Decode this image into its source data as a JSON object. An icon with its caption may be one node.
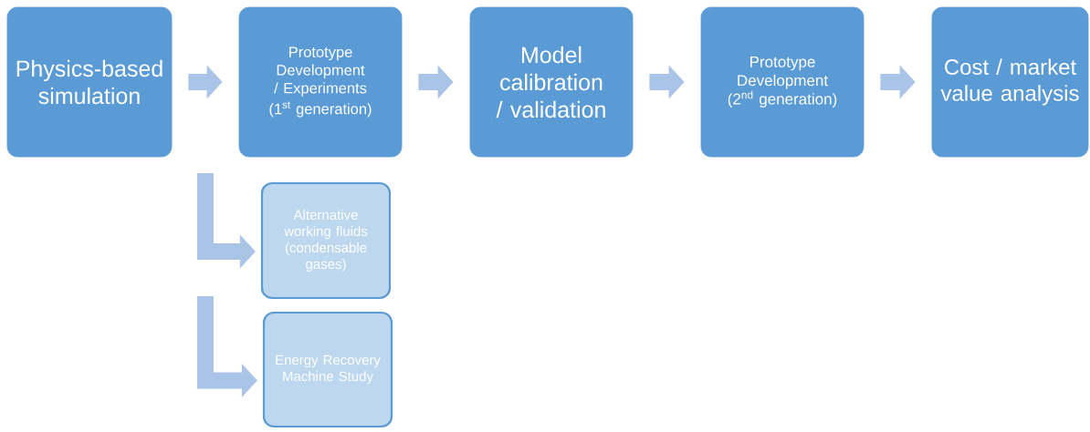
{
  "diagram": {
    "nodes": [
      {
        "text": [
          "Physics-based simulation"
        ]
      },
      {
        "text": [
          "Prototype Development / Experiments",
          "(1$^{st}$ generation)"
        ]
      },
      {
        "text": [
          "Model calibration / validation"
        ]
      },
      {
        "text": [
          "Prototype Development (2$^{nd}$ generation)"
        ]
      },
      {
        "text": [
          "Cost / market value analysis"
        ]
      },
      {
        "text": [
          "Alternative working fluids (condensable gases)"
        ]
      },
      {
        "text": [
          "Energy Recovery Machine Study"
        ]
      }
    ],
    "edges": [
      {
        "from": 0,
        "to": 1,
        "arrow": "to"
      },
      {
        "from": 1,
        "to": 2,
        "arrow": "to"
      },
      {
        "from": 2,
        "to": 3,
        "arrow": "to"
      },
      {
        "from": 3,
        "to": 4,
        "arrow": "to"
      },
      {
        "from": null,
        "to": 5,
        "arrow": "to"
      },
      {
        "from": null,
        "to": 6,
        "arrow": "to"
      }
    ]
  }
}
